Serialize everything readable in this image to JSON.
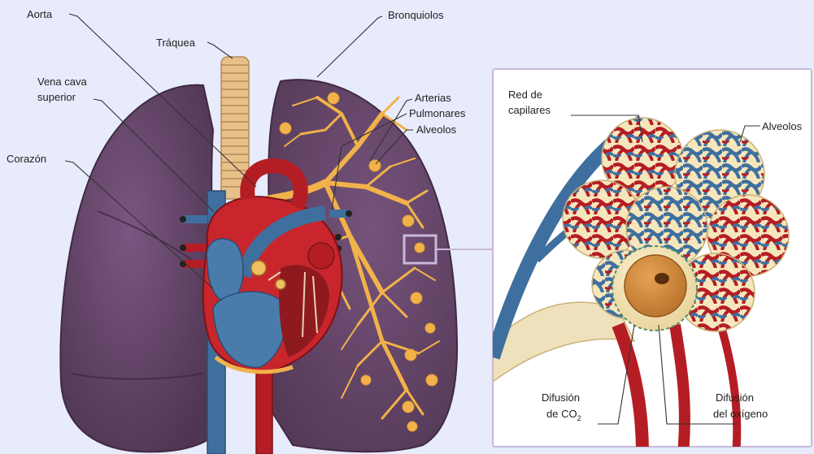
{
  "labels": {
    "aorta": "Aorta",
    "traquea": "Tráquea",
    "bronquiolos": "Bronquiolos",
    "vena_cava_1": "Vena cava",
    "vena_cava_2": "superior",
    "corazon": "Corazón",
    "arterias": "Arterias",
    "pulmonares": "Pulmonares",
    "alveolos_left": "Alveolos",
    "red_de": "Red de",
    "capilares": "capilares",
    "alveolos_right": "Alveolos",
    "difusion_co2_1": "Difusión",
    "difusion_co2_2": "de CO",
    "co2_sub": "2",
    "difusion_o2_1": "Difusión",
    "difusion_o2_2": "del oxígeno"
  },
  "colors": {
    "background": "#e7ebfb",
    "lung": "#6b4a6e",
    "lung_dark": "#553a58",
    "bronchi": "#f2b24a",
    "artery_red": "#b51d24",
    "vein_blue": "#3e6f9f",
    "trachea": "#e8c08a",
    "alveolus": "#f6e6bb",
    "panel_bg": "#ffffff",
    "zoom_box": "#c9b8d9"
  }
}
